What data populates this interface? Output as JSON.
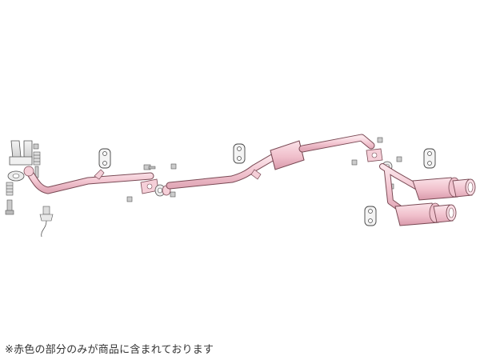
{
  "note": {
    "text": "※赤色の部分のみが商品に含まれております"
  },
  "colors": {
    "product_fill": "#f5cfd8",
    "product_edge": "#7a4a55",
    "part_fill": "#e9e9e9",
    "part_edge": "#555555"
  },
  "parts": {
    "product": [
      "front-pipe",
      "center-pipe",
      "center-silencer",
      "rear-pipe",
      "rear-silencer-upper",
      "rear-silencer-lower",
      "tail-tip-upper",
      "tail-tip-lower"
    ],
    "included_hardware": [
      "gasket",
      "bolt",
      "nut",
      "rubber-hanger",
      "spring",
      "o2-sensor"
    ]
  }
}
